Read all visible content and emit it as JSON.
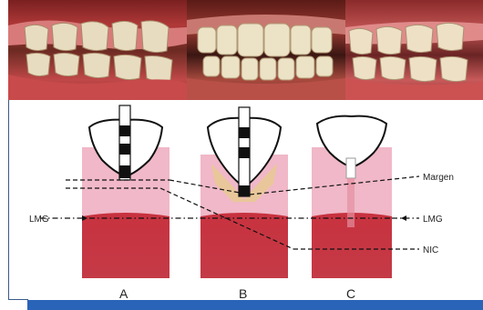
{
  "photos": [
    {
      "name": "right-lateral-view"
    },
    {
      "name": "frontal-view"
    },
    {
      "name": "left-lateral-view"
    }
  ],
  "labels": {
    "margin": "Margen",
    "lmg_left": "LMG",
    "lmg_right": "LMG",
    "nic": "NIC",
    "tooth_a": "A",
    "tooth_b": "B",
    "tooth_c": "C"
  },
  "colors": {
    "gingiva_light": "#f0b8c8",
    "gingiva_dark": "#c8323f",
    "bone_marker": "#e9c79a",
    "accent_bar": "#2a64b8"
  }
}
